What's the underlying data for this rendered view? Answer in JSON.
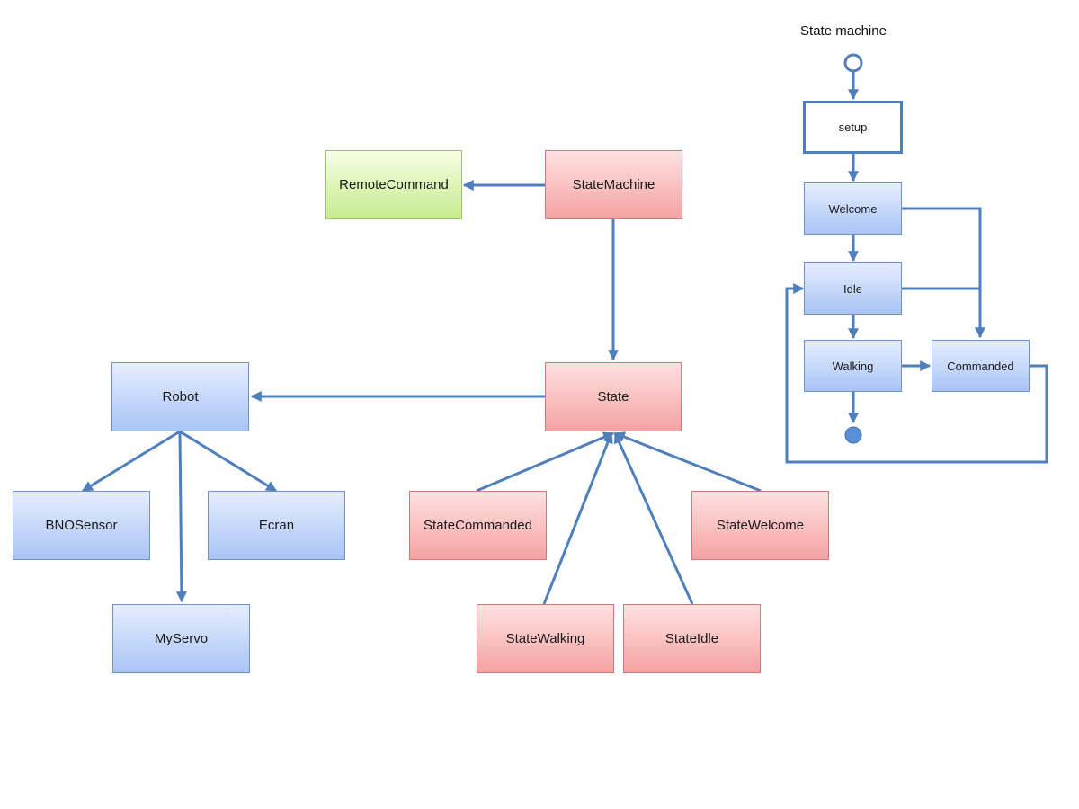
{
  "title": "State machine",
  "class_diagram": {
    "remote_command": "RemoteCommand",
    "state_machine": "StateMachine",
    "state": "State",
    "robot": "Robot",
    "bno_sensor": "BNOSensor",
    "ecran": "Ecran",
    "my_servo": "MyServo",
    "state_commanded": "StateCommanded",
    "state_welcome": "StateWelcome",
    "state_walking": "StateWalking",
    "state_idle": "StateIdle"
  },
  "state_flow": {
    "setup": "setup",
    "welcome": "Welcome",
    "idle": "Idle",
    "walking": "Walking",
    "commanded": "Commanded"
  },
  "colors": {
    "arrow": "#4f7fbd",
    "blue_box": "#a9c4f5",
    "red_box": "#f5a2a2",
    "green_box": "#c6ec8f"
  }
}
